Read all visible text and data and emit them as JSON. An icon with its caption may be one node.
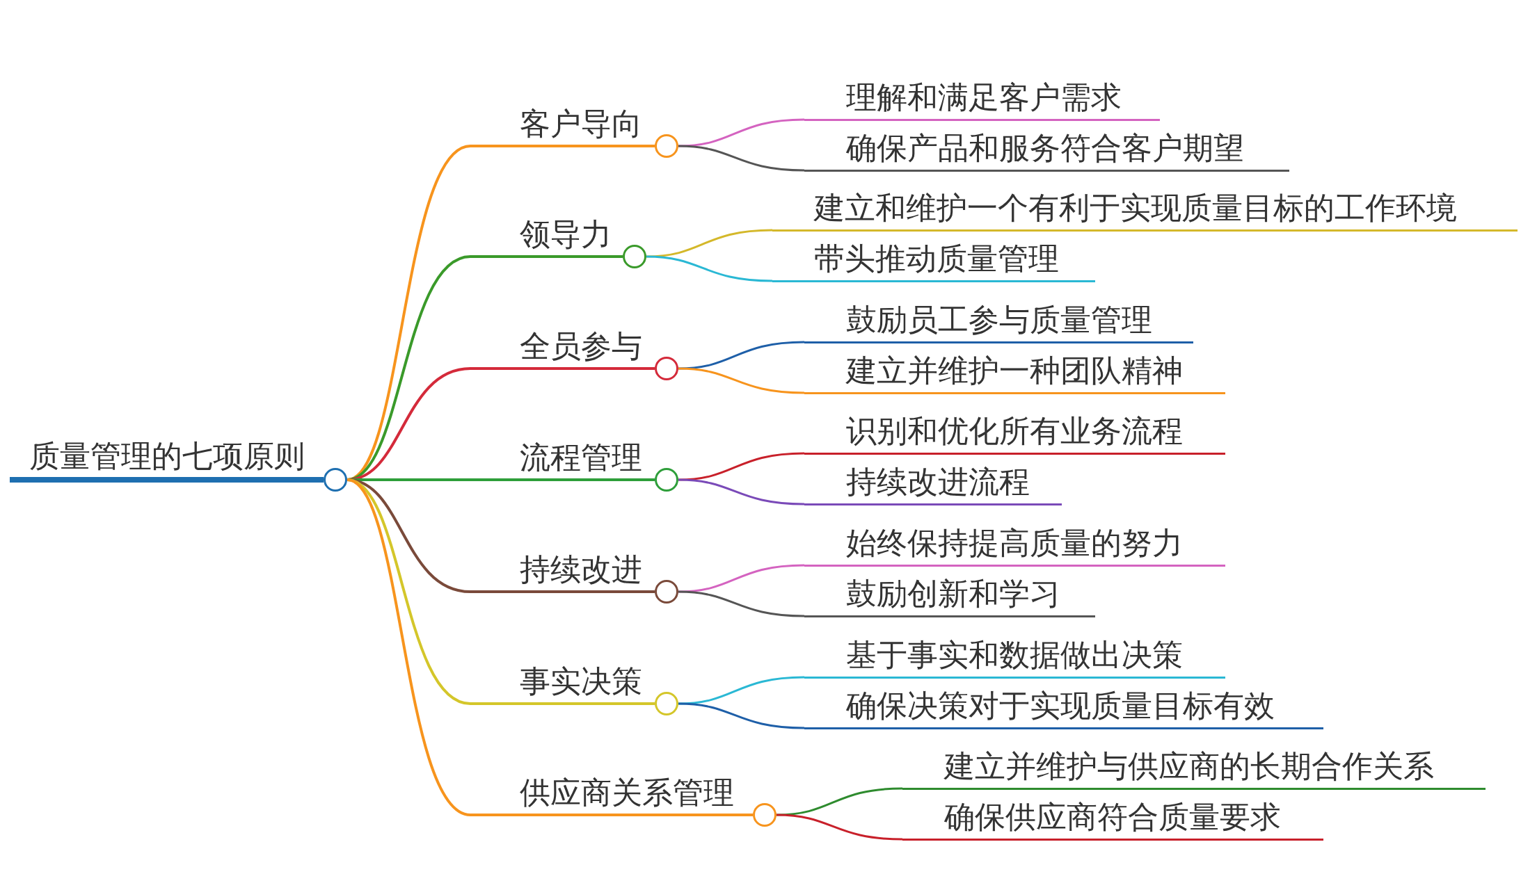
{
  "diagram": {
    "nodes": [
      {
        "text": [
          "质量管理的七项原则"
        ]
      },
      {
        "text": [
          "客户导向"
        ]
      },
      {
        "text": [
          "理解和满足客户需求"
        ]
      },
      {
        "text": [
          "确保产品和服务符合客户期望"
        ]
      },
      {
        "text": [
          "领导力"
        ]
      },
      {
        "text": [
          "建立和维护一个有利于实现质量目标的工作环境"
        ]
      },
      {
        "text": [
          "带头推动质量管理"
        ]
      },
      {
        "text": [
          "全员参与"
        ]
      },
      {
        "text": [
          "鼓励员工参与质量管理"
        ]
      },
      {
        "text": [
          "建立并维护一种团队精神"
        ]
      },
      {
        "text": [
          "流程管理"
        ]
      },
      {
        "text": [
          "识别和优化所有业务流程"
        ]
      },
      {
        "text": [
          "持续改进流程"
        ]
      },
      {
        "text": [
          "持续改进"
        ]
      },
      {
        "text": [
          "始终保持提高质量的努力"
        ]
      },
      {
        "text": [
          "鼓励创新和学习"
        ]
      },
      {
        "text": [
          "事实决策"
        ]
      },
      {
        "text": [
          "基于事实和数据做出决策"
        ]
      },
      {
        "text": [
          "确保决策对于实现质量目标有效"
        ]
      },
      {
        "text": [
          "供应商关系管理"
        ]
      },
      {
        "text": [
          "建立并维护与供应商的长期合作关系"
        ]
      },
      {
        "text": [
          "确保供应商符合质量要求"
        ]
      }
    ],
    "edges": [
      {
        "from": 0,
        "to": 1,
        "arrow": "none",
        "color": "#f7941d"
      },
      {
        "from": 1,
        "to": 2,
        "arrow": "none",
        "color": "#d463c0"
      },
      {
        "from": 1,
        "to": 3,
        "arrow": "none",
        "color": "#555555"
      },
      {
        "from": 0,
        "to": 4,
        "arrow": "none",
        "color": "#3a9a2a"
      },
      {
        "from": 4,
        "to": 5,
        "arrow": "none",
        "color": "#d4b82a"
      },
      {
        "from": 4,
        "to": 6,
        "arrow": "none",
        "color": "#2ab8d4"
      },
      {
        "from": 0,
        "to": 7,
        "arrow": "none",
        "color": "#d42a3a"
      },
      {
        "from": 7,
        "to": 8,
        "arrow": "none",
        "color": "#1e5fa8"
      },
      {
        "from": 7,
        "to": 9,
        "arrow": "none",
        "color": "#f7941d"
      },
      {
        "from": 0,
        "to": 10,
        "arrow": "none",
        "color": "#2e9e3a"
      },
      {
        "from": 10,
        "to": 11,
        "arrow": "none",
        "color": "#c8202a"
      },
      {
        "from": 10,
        "to": 12,
        "arrow": "none",
        "color": "#7a4ab8"
      },
      {
        "from": 0,
        "to": 13,
        "arrow": "none",
        "color": "#7a4a3a"
      },
      {
        "from": 13,
        "to": 14,
        "arrow": "none",
        "color": "#d463c0"
      },
      {
        "from": 13,
        "to": 15,
        "arrow": "none",
        "color": "#555555"
      },
      {
        "from": 0,
        "to": 16,
        "arrow": "none",
        "color": "#d4c62a"
      },
      {
        "from": 16,
        "to": 17,
        "arrow": "none",
        "color": "#2ab8d4"
      },
      {
        "from": 16,
        "to": 18,
        "arrow": "none",
        "color": "#1e5fa8"
      },
      {
        "from": 0,
        "to": 19,
        "arrow": "none",
        "color": "#f7941d"
      },
      {
        "from": 19,
        "to": 20,
        "arrow": "none",
        "color": "#2e8b2e"
      },
      {
        "from": 19,
        "to": 21,
        "arrow": "none",
        "color": "#c8202a"
      }
    ]
  }
}
